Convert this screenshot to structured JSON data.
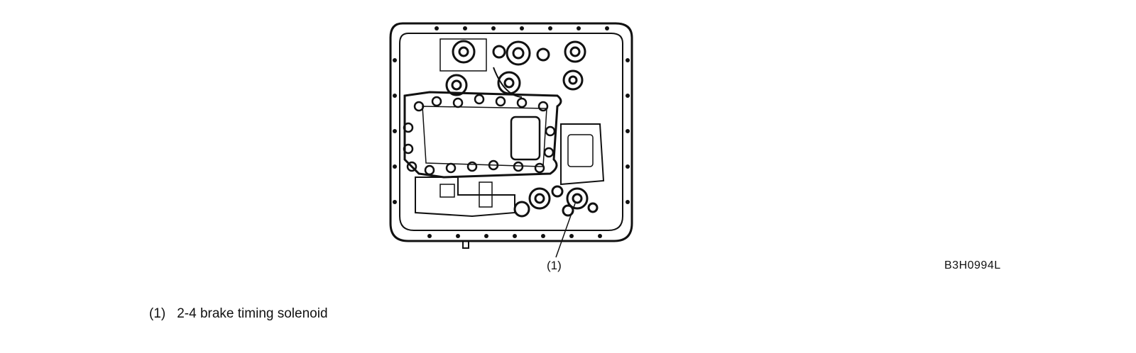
{
  "figure": {
    "callout_marker": "(1)",
    "figure_code": "B3H0994L"
  },
  "legend": {
    "items": [
      {
        "marker": "(1)",
        "text": "2-4 brake timing solenoid"
      }
    ]
  }
}
